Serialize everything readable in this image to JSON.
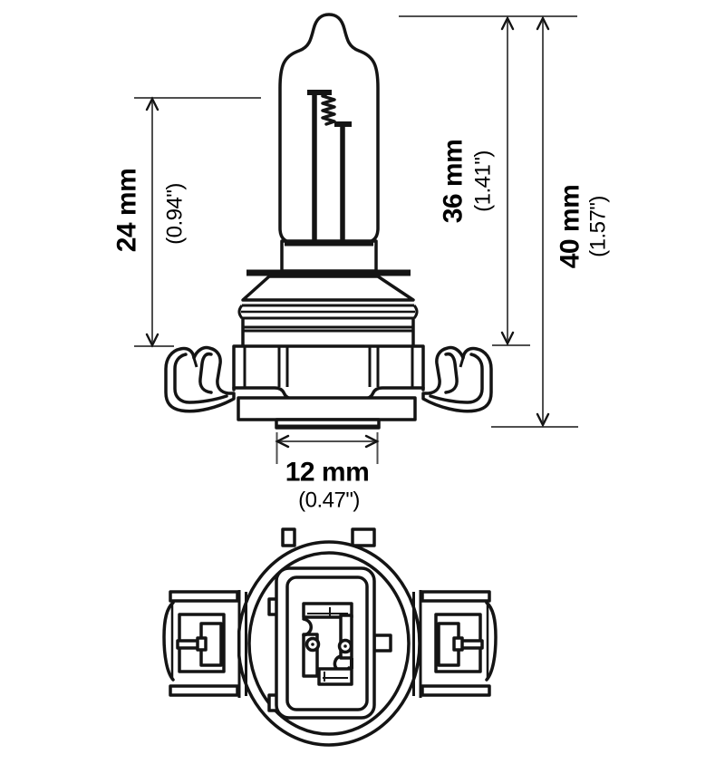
{
  "diagram": {
    "subject": "halogen-bulb-dimension-drawing",
    "colors": {
      "line": "#141414",
      "dimension": "#4f4f4f",
      "text": "#000000",
      "background": "#ffffff"
    },
    "dimensions": {
      "filament_to_plane": {
        "mm": "24 mm",
        "inch": "(0.94\")"
      },
      "tip_to_plane": {
        "mm": "36 mm",
        "inch": "(1.41\")"
      },
      "overall_length": {
        "mm": "40 mm",
        "inch": "(1.57\")"
      },
      "base_width": {
        "mm": "12 mm",
        "inch": "(0.47\")"
      }
    }
  }
}
